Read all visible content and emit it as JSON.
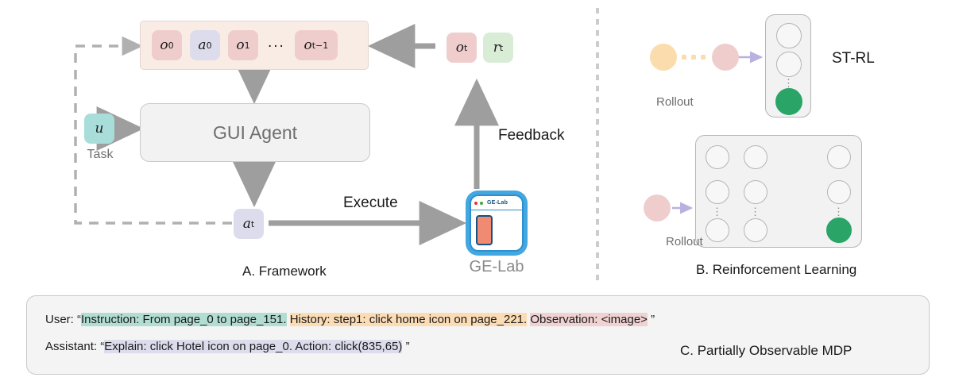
{
  "figure": {
    "panel_a": {
      "caption": "A. Framework",
      "history_chips": [
        {
          "label": "o",
          "sub": "0",
          "kind": "observation"
        },
        {
          "label": "a",
          "sub": "0",
          "kind": "action"
        },
        {
          "label": "o",
          "sub": "1",
          "kind": "observation"
        },
        {
          "label": "o",
          "sub": "t−1",
          "kind": "observation"
        }
      ],
      "history_ellipsis": "...",
      "agent_label": "GUI Agent",
      "task_chip": {
        "label": "u",
        "sub": ""
      },
      "task_caption": "Task",
      "action_chip": {
        "label": "a",
        "sub": "t"
      },
      "obs_chip": {
        "label": "o",
        "sub": "t"
      },
      "reward_chip": {
        "label": "r",
        "sub": "t"
      },
      "execute_label": "Execute",
      "feedback_label": "Feedback",
      "env_icon_title": "GE-Lab",
      "env_caption": "GE-Lab"
    },
    "panel_b": {
      "caption": "B. Reinforcement Learning",
      "strl_label": "ST-RL",
      "rollout_label_top": "Rollout",
      "rollout_label_bottom": "Rollout",
      "vertical_dots": "⋮",
      "horizontal_dots": "····"
    },
    "panel_c": {
      "caption": "C. Partially Observable MDP",
      "user_role": "User: “",
      "user_instruction": "Instruction: From page_0 to page_151.",
      "user_history": "History: step1: click home icon on page_221.",
      "user_observation": "Observation: <image>",
      "user_quote_close": "”",
      "assistant_role": "Assistant: “",
      "assistant_text": "Explain: click Hotel icon on page_0. Action: click(835,65)",
      "assistant_quote_close": "”"
    },
    "colors": {
      "observation": "#f0cdcd",
      "action": "#dddced",
      "reward": "#d9ecd6",
      "task": "#a9ddd9",
      "history_bg": "#f9ece5",
      "panel_bg": "#f2f2f2",
      "arrow_gray": "#9e9e9e",
      "arrow_purple": "#b7b2e0",
      "goal_green": "#2aa567",
      "start_orange": "#fbdcad",
      "start_pink": "#f0cdcd",
      "env_blue": "#43a7e0",
      "env_phone": "#f08a72"
    }
  }
}
